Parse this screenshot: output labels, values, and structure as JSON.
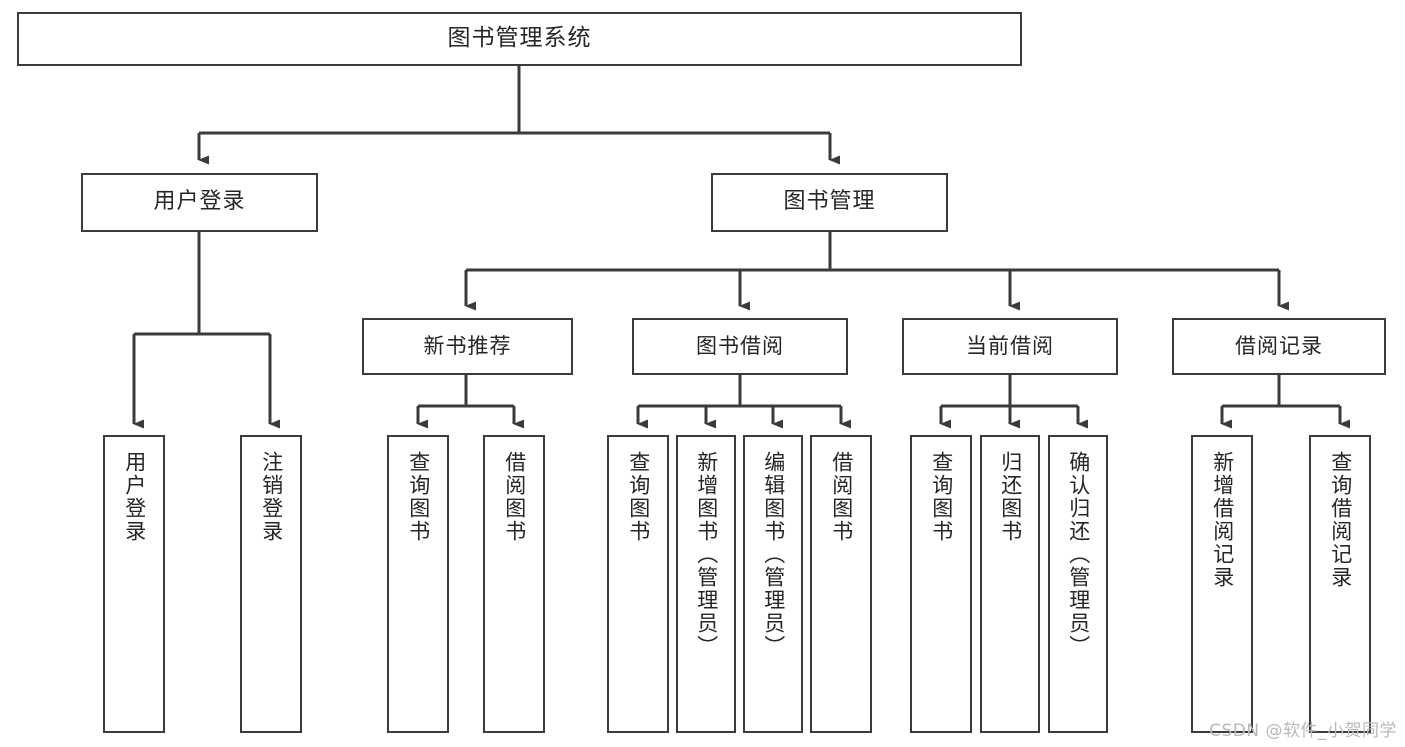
{
  "diagram": {
    "title": "图书管理系统",
    "type": "tree-hierarchy",
    "watermark": "CSDN @软件_小贺同学",
    "colors": {
      "border": "#3b3b3b",
      "text": "#262626",
      "background": "#ffffff",
      "connector": "#3b3b3b",
      "watermark": "#b9b9b9"
    },
    "root": {
      "label": "图书管理系统"
    },
    "level2": [
      {
        "label": "用户登录"
      },
      {
        "label": "图书管理"
      }
    ],
    "level3": [
      {
        "label": "新书推荐"
      },
      {
        "label": "图书借阅"
      },
      {
        "label": "当前借阅"
      },
      {
        "label": "借阅记录"
      }
    ],
    "leaves": [
      {
        "label": "用户登录"
      },
      {
        "label": "注销登录"
      },
      {
        "label": "查询图书"
      },
      {
        "label": "借阅图书"
      },
      {
        "label": "查询图书"
      },
      {
        "label": "新增图书（管理员）"
      },
      {
        "label": "编辑图书（管理员）"
      },
      {
        "label": "借阅图书"
      },
      {
        "label": "查询图书"
      },
      {
        "label": "归还图书"
      },
      {
        "label": "确认归还（管理员）"
      },
      {
        "label": "新增借阅记录"
      },
      {
        "label": "查询借阅记录"
      }
    ]
  }
}
